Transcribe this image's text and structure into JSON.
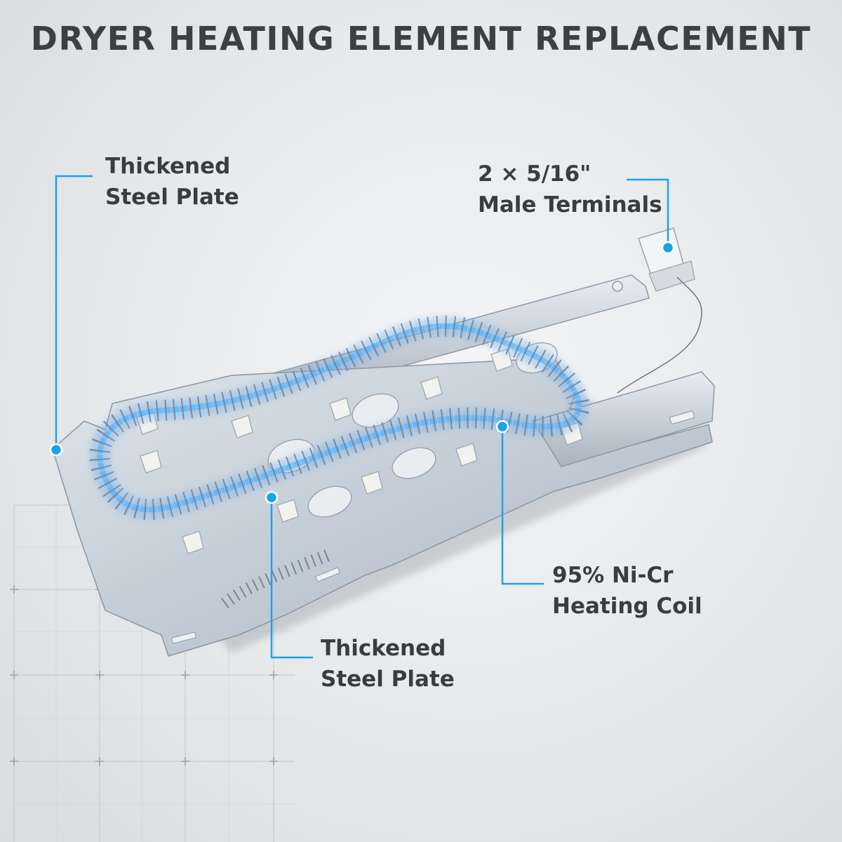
{
  "title": "DRYER HEATING ELEMENT REPLACEMENT",
  "colors": {
    "accent": "#1aa3e8",
    "text": "#3a3c40",
    "plate": "#c9d1da",
    "coil": "#8a8f96",
    "glow": "#4aa8ff"
  },
  "callouts": {
    "plate_left": {
      "line1": "Thickened",
      "line2": "Steel Plate"
    },
    "terminals": {
      "line1": "2 × 5/16\"",
      "line2": "Male Terminals"
    },
    "coil": {
      "line1": "95% Ni-Cr",
      "line2": "Heating Coil"
    },
    "plate_bottom": {
      "line1": "Thickened",
      "line2": "Steel Plate"
    }
  }
}
